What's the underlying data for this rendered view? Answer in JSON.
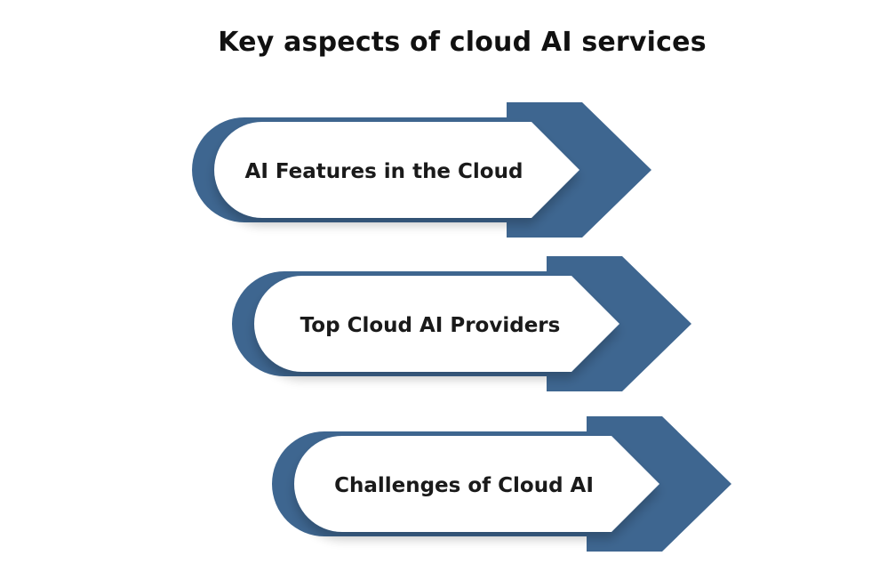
{
  "title": "Key aspects of cloud AI services",
  "colors": {
    "arrow_fill": "#3e6690",
    "label_bg": "#ffffff",
    "title_text": "#111111",
    "label_text": "#1a1a1a"
  },
  "items": [
    {
      "label": "AI Features in the Cloud"
    },
    {
      "label": "Top Cloud AI Providers"
    },
    {
      "label": "Challenges of Cloud AI"
    }
  ]
}
